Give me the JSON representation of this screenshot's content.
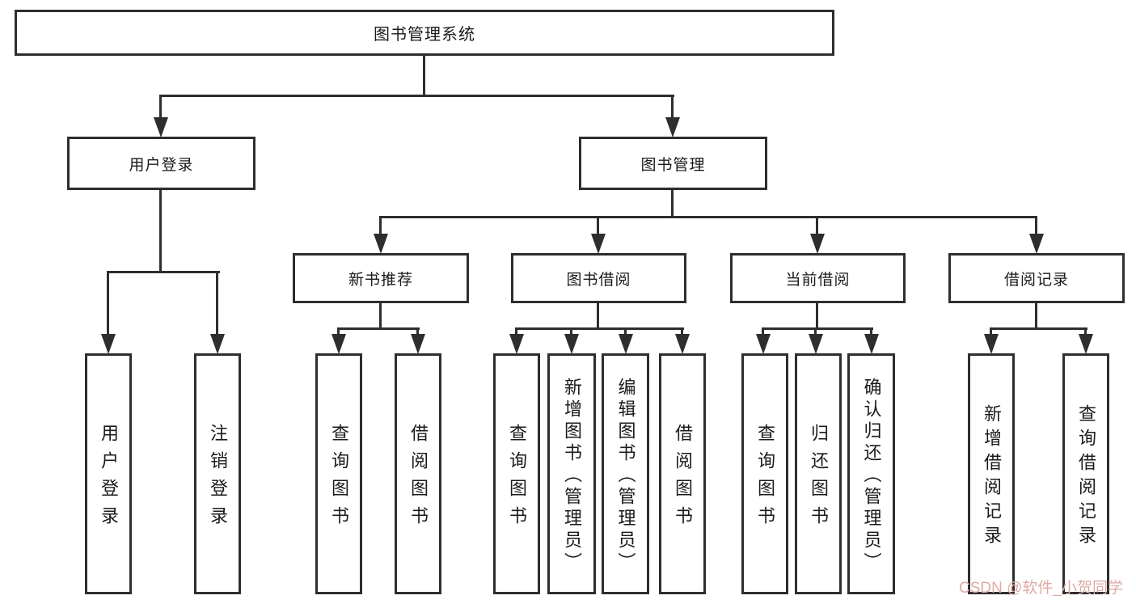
{
  "diagram": {
    "root": {
      "label": "图书管理系统",
      "children": [
        {
          "label": "用户登录",
          "children": [
            {
              "label": "用户登录"
            },
            {
              "label": "注销登录"
            }
          ]
        },
        {
          "label": "图书管理",
          "children": [
            {
              "label": "新书推荐",
              "children": [
                {
                  "label": "查询图书"
                },
                {
                  "label": "借阅图书"
                }
              ]
            },
            {
              "label": "图书借阅",
              "children": [
                {
                  "label": "查询图书"
                },
                {
                  "label": "新增图书（管理员）"
                },
                {
                  "label": "编辑图书（管理员）"
                },
                {
                  "label": "借阅图书"
                }
              ]
            },
            {
              "label": "当前借阅",
              "children": [
                {
                  "label": "查询图书"
                },
                {
                  "label": "归还图书"
                },
                {
                  "label": "确认归还（管理员）"
                }
              ]
            },
            {
              "label": "借阅记录",
              "children": [
                {
                  "label": "新增借阅记录"
                },
                {
                  "label": "查询借阅记录"
                }
              ]
            }
          ]
        }
      ]
    }
  },
  "watermark": {
    "text": "CSDN @软件_小贺同学"
  },
  "colors": {
    "line": "#2e2e2e",
    "text": "#1b1b1b",
    "watermark": "#dfaaa4"
  }
}
